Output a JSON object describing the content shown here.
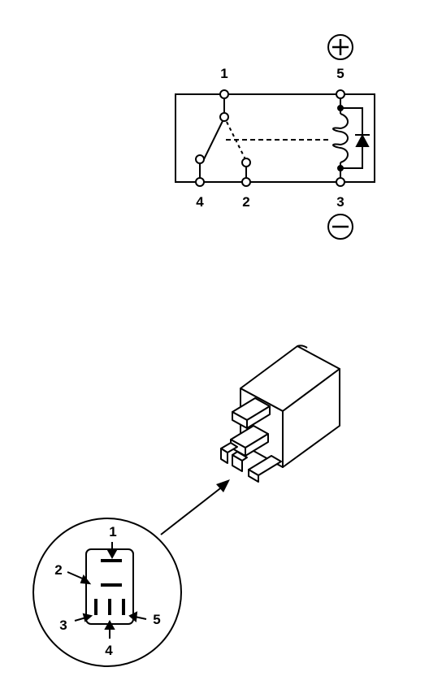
{
  "schematic": {
    "terminals": {
      "t1": "1",
      "t2": "2",
      "t3": "3",
      "t4": "4",
      "t5": "5"
    },
    "polarity": {
      "positive_icon": "plus-circle-icon",
      "negative_icon": "minus-circle-icon"
    }
  },
  "connector_view": {
    "pins": {
      "p1": "1",
      "p2": "2",
      "p3": "3",
      "p4": "4",
      "p5": "5"
    },
    "icons": [
      "relay-body-icon",
      "pointer-arrow-icon",
      "magnifier-circle-icon"
    ]
  },
  "colors": {
    "ink": "#000000",
    "paper": "#ffffff"
  }
}
